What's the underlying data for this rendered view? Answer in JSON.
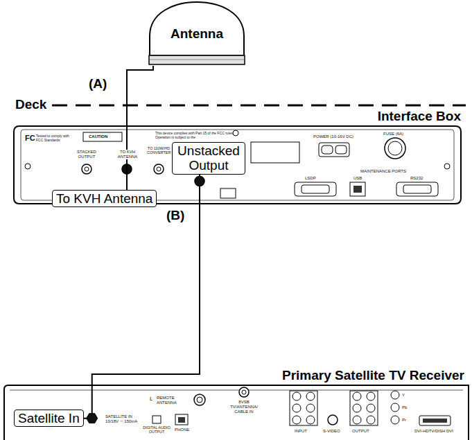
{
  "diagram": {
    "nodes": [
      {
        "text": [
          "Antenna"
        ]
      },
      {
        "text": [
          "Interface Box"
        ]
      },
      {
        "text": [
          "Unstacked Output"
        ],
        "in": 1
      },
      {
        "text": [
          "To KVH Antenna"
        ],
        "in": 1
      },
      {
        "text": [
          "Primary Satellite TV Receiver"
        ]
      },
      {
        "text": [
          "Satellite In"
        ],
        "in": 4
      }
    ],
    "edges": [
      {
        "from": 0,
        "to": 3,
        "label": "(A)",
        "arrow": "none"
      },
      {
        "from": 2,
        "to": 5,
        "label": "(B)",
        "arrow": "none"
      }
    ],
    "labels": [
      "Deck",
      "FC",
      "Tested to comply with FCC Standards",
      "CAUTION",
      "This device complies with Part 15 of the FCC rules. Operation is subject to the",
      "STACKED OUTPUT",
      "TO KVH ANTENNA",
      "TO 110W/HD CONVERTER",
      "POWER (10-16V DC)",
      "FUSE (6A)",
      "MAINTENANCE PORTS",
      "USB",
      "RS232",
      "LSDP",
      "L",
      "REMOTE ANTENNA",
      "8VSB TV/ANTENNA/ CABLE IN",
      "SATELLITE IN 13/18V ⎓ 150mA",
      "DIGITAL AUDIO OUTPUT",
      "PHONE",
      "INPUT",
      "S-VIDEO",
      "OUTPUT",
      "Y",
      "Pb",
      "Pr",
      "DVI-HDTV/DISH DVI"
    ]
  }
}
